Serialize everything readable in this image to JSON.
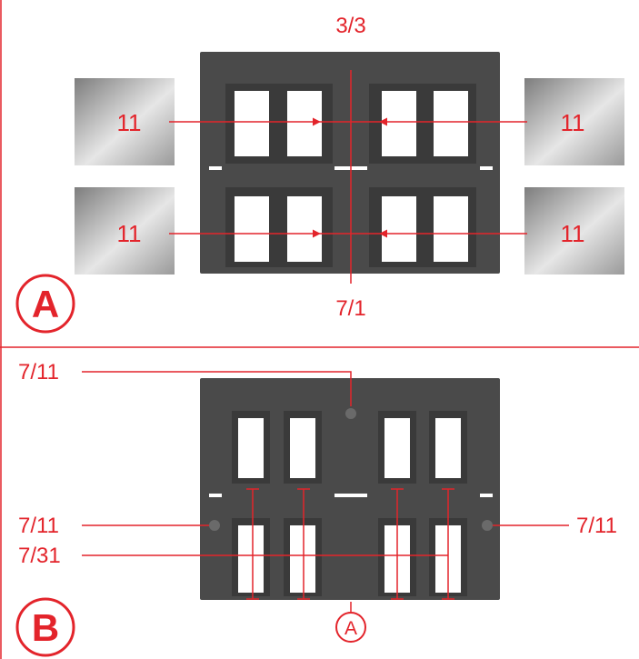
{
  "colors": {
    "accent": "#e3242b",
    "panel": "#4a4a4a",
    "window": "#ffffff",
    "frame": "#3a3a3a"
  },
  "panel_a": {
    "step_letter": "A",
    "top_label": "3/3",
    "bottom_label": "7/1",
    "glass_labels": [
      "11",
      "11",
      "11",
      "11"
    ]
  },
  "panel_b": {
    "step_letter": "B",
    "label_top_left": "7/11",
    "label_mid_left": "7/11",
    "label_mid_right": "7/11",
    "label_lower_left": "7/31",
    "center_circle": "A"
  }
}
